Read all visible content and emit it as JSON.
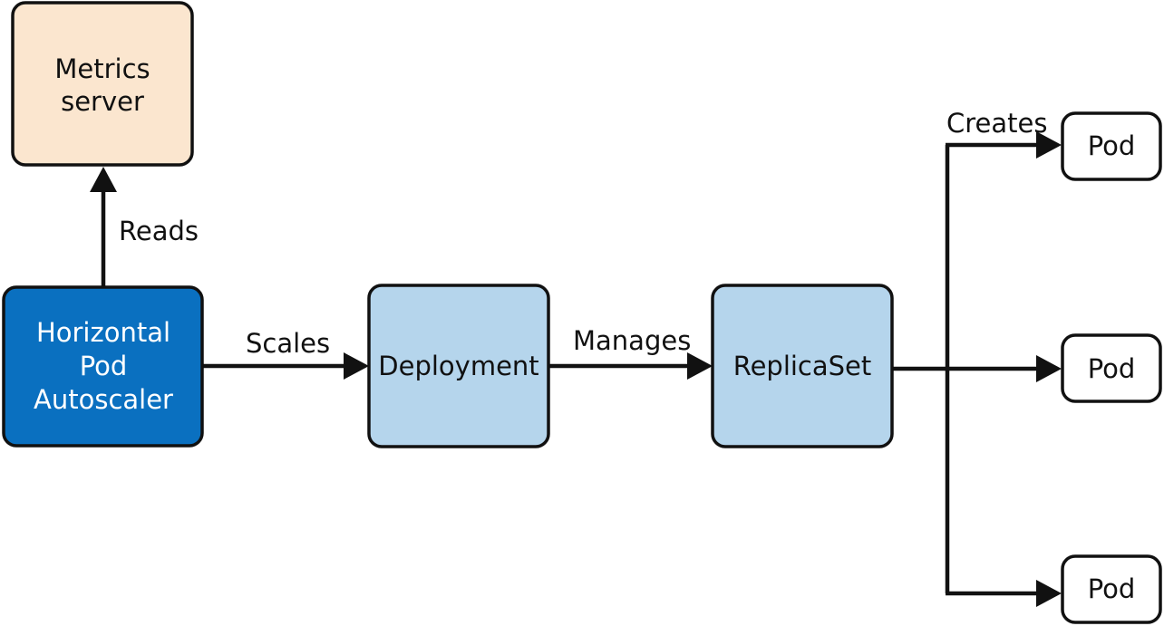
{
  "colors": {
    "metrics_fill": "#fbe6cf",
    "hpa_fill": "#0a70c0",
    "workload_fill": "#b5d5ec",
    "pod_fill": "#ffffff",
    "stroke": "#111111"
  },
  "nodes": {
    "metrics_server": {
      "line1": "Metrics",
      "line2": "server"
    },
    "hpa": {
      "line1": "Horizontal",
      "line2": "Pod",
      "line3": "Autoscaler"
    },
    "deployment": {
      "label": "Deployment"
    },
    "replicaset": {
      "label": "ReplicaSet"
    },
    "pod1": {
      "label": "Pod"
    },
    "pod2": {
      "label": "Pod"
    },
    "pod3": {
      "label": "Pod"
    }
  },
  "edges": {
    "reads": "Reads",
    "scales": "Scales",
    "manages": "Manages",
    "creates": "Creates"
  }
}
